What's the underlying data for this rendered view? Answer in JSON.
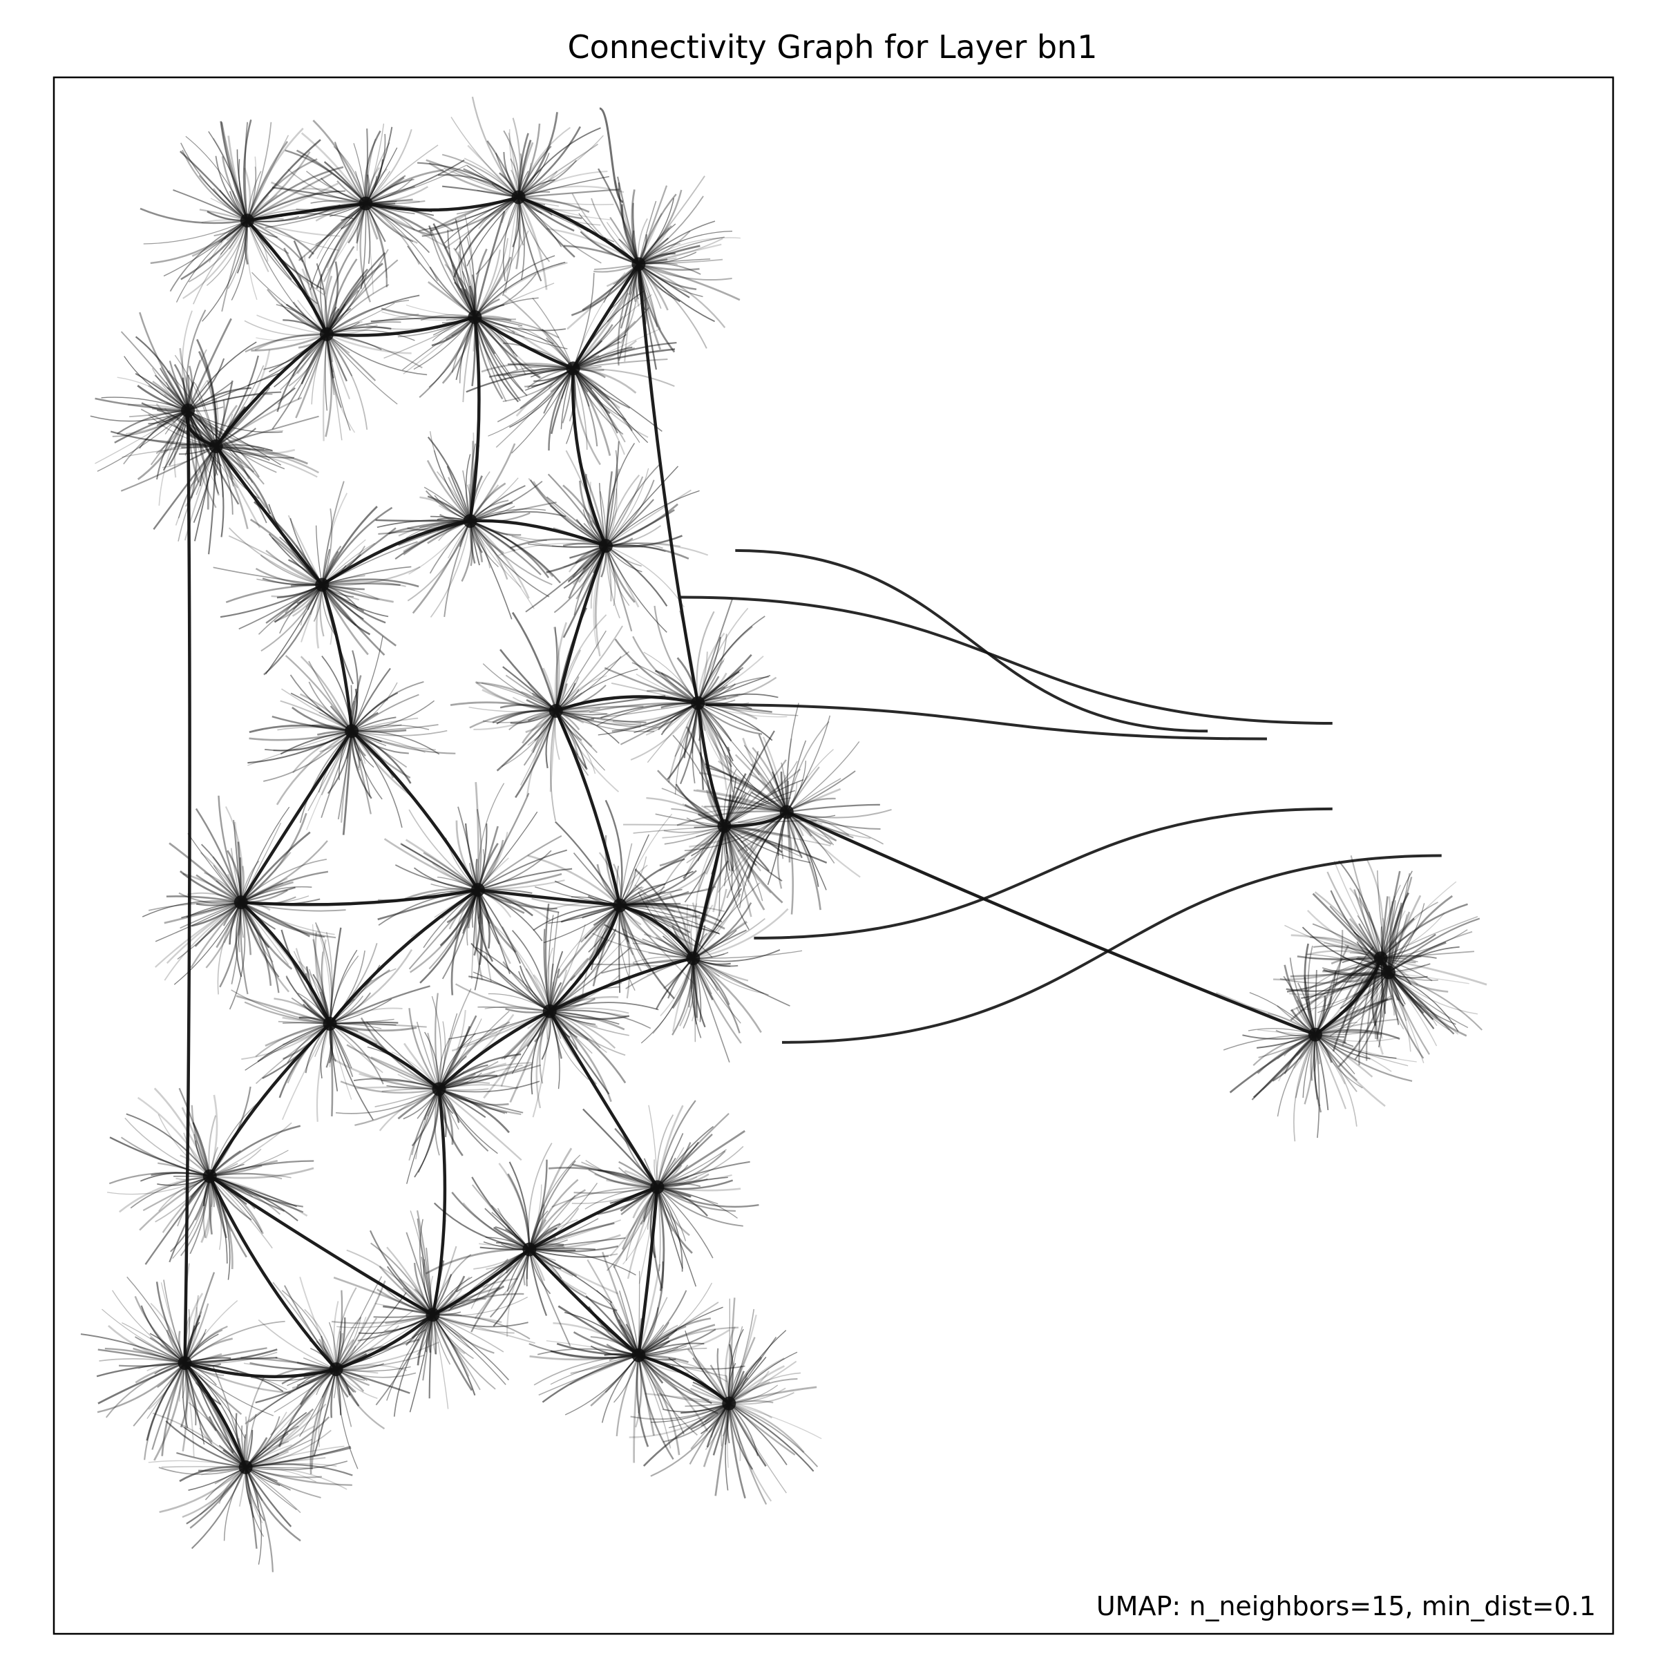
{
  "chart_data": {
    "type": "scatter",
    "title": "Connectivity Graph for Layer bn1",
    "annotation": "UMAP: n_neighbors=15, min_dist=0.1",
    "axes_visible": false,
    "grid": false,
    "legend": "none",
    "colors": {
      "edge": "#111111",
      "background": "#ffffff",
      "frame": "#000000"
    },
    "xlim": [
      0,
      1000
    ],
    "ylim": [
      0,
      1000
    ],
    "hubs": [
      {
        "x": 84,
        "y": 826
      },
      {
        "x": 123,
        "y": 893
      },
      {
        "x": 181,
        "y": 830
      },
      {
        "x": 243,
        "y": 795
      },
      {
        "x": 305,
        "y": 753
      },
      {
        "x": 375,
        "y": 821
      },
      {
        "x": 433,
        "y": 852
      },
      {
        "x": 387,
        "y": 713
      },
      {
        "x": 100,
        "y": 706
      },
      {
        "x": 177,
        "y": 608
      },
      {
        "x": 247,
        "y": 650
      },
      {
        "x": 318,
        "y": 600
      },
      {
        "x": 272,
        "y": 522
      },
      {
        "x": 363,
        "y": 532
      },
      {
        "x": 410,
        "y": 566
      },
      {
        "x": 430,
        "y": 481
      },
      {
        "x": 120,
        "y": 530
      },
      {
        "x": 191,
        "y": 420
      },
      {
        "x": 322,
        "y": 407
      },
      {
        "x": 413,
        "y": 402
      },
      {
        "x": 354,
        "y": 301
      },
      {
        "x": 267,
        "y": 285
      },
      {
        "x": 172,
        "y": 326
      },
      {
        "x": 104,
        "y": 237
      },
      {
        "x": 175,
        "y": 165
      },
      {
        "x": 270,
        "y": 154
      },
      {
        "x": 333,
        "y": 187
      },
      {
        "x": 375,
        "y": 120
      },
      {
        "x": 298,
        "y": 77
      },
      {
        "x": 200,
        "y": 81
      },
      {
        "x": 124,
        "y": 92
      },
      {
        "x": 86,
        "y": 214
      },
      {
        "x": 470,
        "y": 472
      },
      {
        "x": 809,
        "y": 615
      },
      {
        "x": 851,
        "y": 566
      },
      {
        "x": 856,
        "y": 575
      }
    ],
    "edges": [
      [
        0,
        1
      ],
      [
        0,
        2
      ],
      [
        2,
        3
      ],
      [
        3,
        4
      ],
      [
        4,
        5
      ],
      [
        5,
        6
      ],
      [
        4,
        7
      ],
      [
        5,
        7
      ],
      [
        8,
        2
      ],
      [
        8,
        3
      ],
      [
        9,
        8
      ],
      [
        9,
        10
      ],
      [
        10,
        11
      ],
      [
        10,
        3
      ],
      [
        11,
        7
      ],
      [
        11,
        14
      ],
      [
        12,
        9
      ],
      [
        12,
        13
      ],
      [
        13,
        11
      ],
      [
        13,
        14
      ],
      [
        14,
        15
      ],
      [
        16,
        9
      ],
      [
        16,
        12
      ],
      [
        17,
        16
      ],
      [
        17,
        12
      ],
      [
        17,
        22
      ],
      [
        18,
        13
      ],
      [
        18,
        20
      ],
      [
        19,
        15
      ],
      [
        19,
        18
      ],
      [
        20,
        21
      ],
      [
        21,
        22
      ],
      [
        22,
        23
      ],
      [
        23,
        24
      ],
      [
        21,
        25
      ],
      [
        25,
        24
      ],
      [
        25,
        26
      ],
      [
        26,
        20
      ],
      [
        26,
        27
      ],
      [
        27,
        28
      ],
      [
        28,
        29
      ],
      [
        29,
        30
      ],
      [
        30,
        24
      ],
      [
        31,
        23
      ],
      [
        31,
        0
      ],
      [
        15,
        32
      ],
      [
        19,
        27
      ],
      [
        33,
        34
      ],
      [
        33,
        32
      ],
      [
        34,
        35
      ]
    ],
    "long_edges": [
      {
        "from": [
          418,
          403
        ],
        "to": [
          778,
          425
        ]
      },
      {
        "from": [
          437,
          304
        ],
        "to": [
          740,
          420
        ]
      },
      {
        "from": [
          402,
          334
        ],
        "to": [
          820,
          415
        ]
      },
      {
        "from": [
          449,
          553
        ],
        "to": [
          820,
          470
        ]
      },
      {
        "from": [
          467,
          620
        ],
        "to": [
          890,
          500
        ]
      },
      {
        "from": [
          365,
          80
        ],
        "to": [
          350,
          20
        ]
      }
    ]
  }
}
